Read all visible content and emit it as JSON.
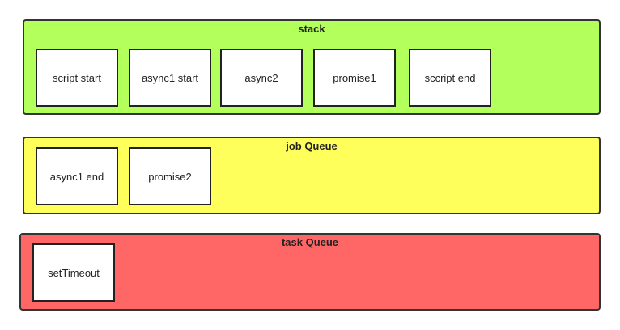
{
  "colors": {
    "stack_bg": "#b3ff5b",
    "job_queue_bg": "#ffff5c",
    "task_queue_bg": "#ff6666",
    "border": "#333333",
    "box_bg": "#ffffff"
  },
  "stack": {
    "title": "stack",
    "items": [
      "script start",
      "async1 start",
      "async2",
      "promise1",
      "sccript end"
    ]
  },
  "job_queue": {
    "title": "job Queue",
    "items": [
      "async1 end",
      "promise2"
    ]
  },
  "task_queue": {
    "title": "task Queue",
    "items": [
      "setTimeout"
    ]
  }
}
